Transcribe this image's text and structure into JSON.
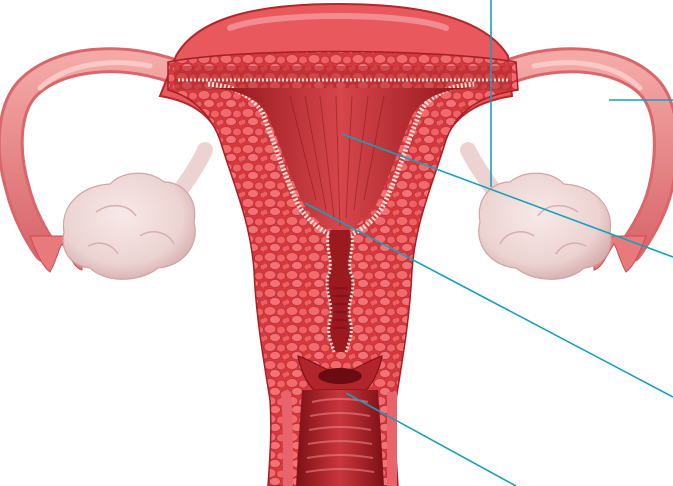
{
  "diagram": {
    "subject": "uterus-cross-section",
    "colors": {
      "background": "#ffffff",
      "tube": "#e57a7e",
      "tube_highlight": "#f6b9b6",
      "wall": "#e1474c",
      "wall_dark": "#b3262c",
      "cell": "#f06a6e",
      "cell_edge": "#c93338",
      "cavity": "#a81e24",
      "cavity_light": "#d94a4f",
      "lining": "#ffe2d8",
      "ovary": "#ecd3d1",
      "ovary_shade": "#d8b3b2",
      "leader_line": "#16a0bb"
    },
    "leader_lines": [
      {
        "target": "ovarian-ligament"
      },
      {
        "target": "fallopian-tube"
      },
      {
        "target": "uterine-cavity"
      },
      {
        "target": "endometrium"
      },
      {
        "target": "cervix"
      }
    ]
  }
}
